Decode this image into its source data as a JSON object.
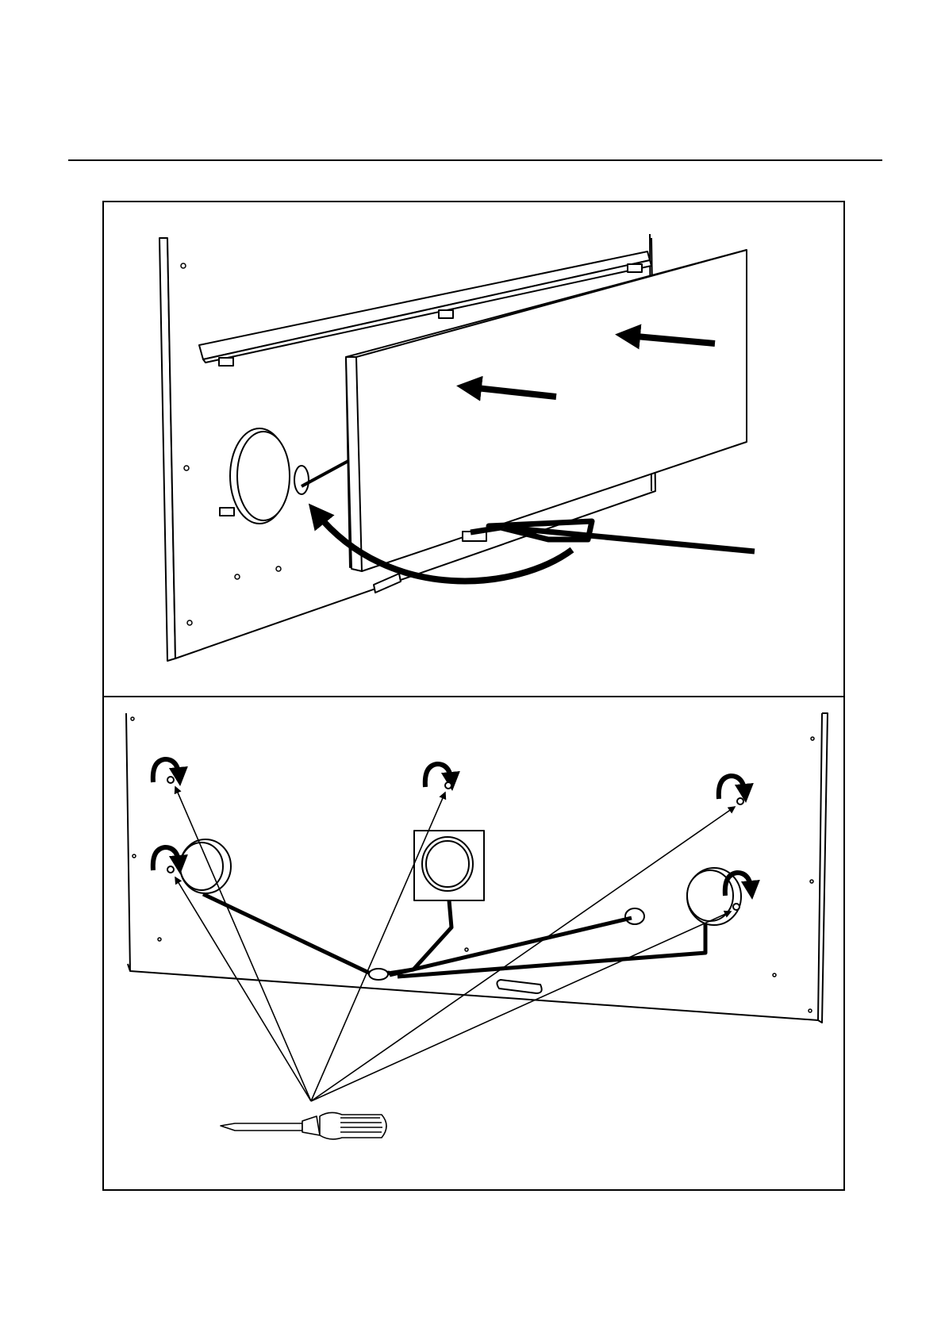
{
  "document": {
    "type": "assembly-instruction-page",
    "figures": [
      {
        "id": "step-a",
        "description_elements": [
          "wall-panel",
          "mounting-rail",
          "front-panel",
          "cable",
          "insertion-arrows",
          "rotation-arrow"
        ]
      },
      {
        "id": "step-b",
        "description_elements": [
          "back-panel",
          "screws",
          "rotation-arrows",
          "screwdriver",
          "callout-lines"
        ]
      }
    ],
    "screw_count": 5
  },
  "colors": {
    "ink": "#000000",
    "paper": "#ffffff"
  }
}
